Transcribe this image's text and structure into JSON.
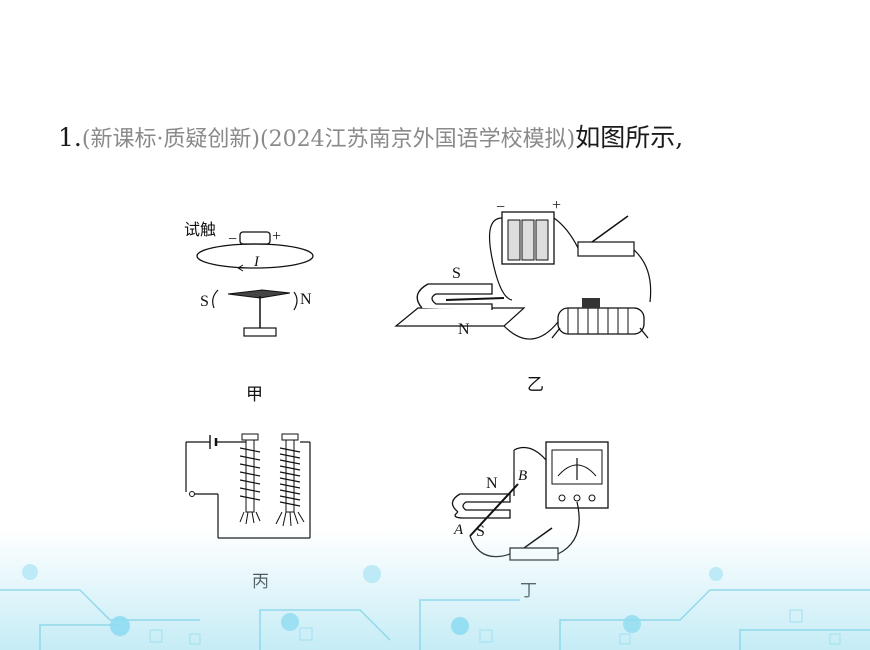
{
  "question": {
    "number": "1.",
    "source": "(新课标·质疑创新)(2024江苏南京外国语学校模拟)",
    "text": "如图所示,"
  },
  "figures": {
    "jia": {
      "caption": "甲",
      "label_test": "试触",
      "label_minus": "−",
      "label_plus": "+",
      "label_current": "I",
      "label_s": "S",
      "label_n": "N"
    },
    "yi": {
      "caption": "乙",
      "label_s": "S",
      "label_n": "N",
      "label_minus": "−",
      "label_plus": "+"
    },
    "bing": {
      "caption": "丙"
    },
    "ding": {
      "caption": "丁",
      "label_n": "N",
      "label_b": "B",
      "label_a": "A",
      "label_s": "S"
    }
  },
  "colors": {
    "background": "#ffffff",
    "decoration": "#7fd3e8"
  }
}
